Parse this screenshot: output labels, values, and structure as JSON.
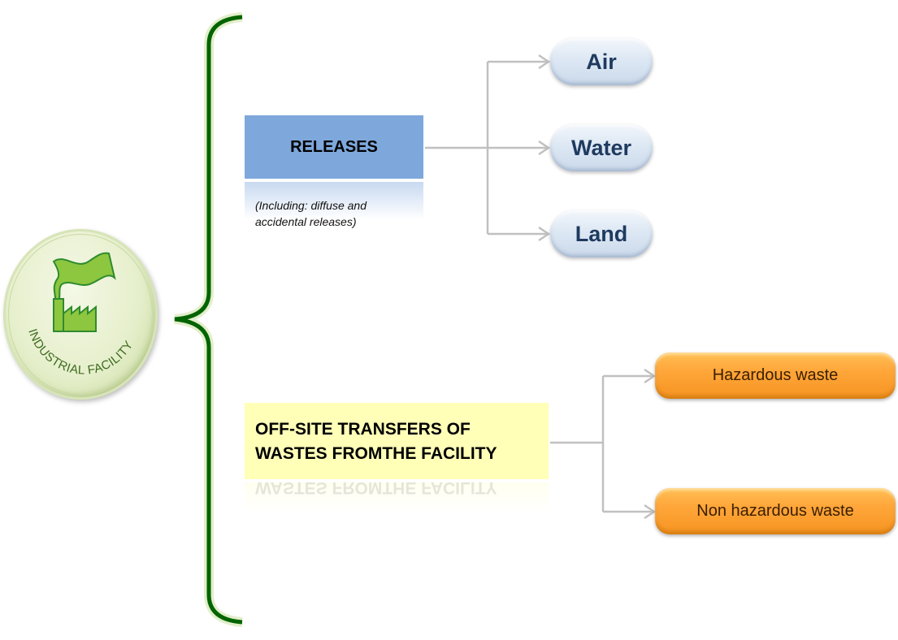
{
  "facility": {
    "label": "INDUSTRIAL FACILITY",
    "icon": "factory-icon",
    "colors": {
      "icon_fill": "#8dc63f",
      "icon_stroke": "#2e8b2e",
      "label": "#3d6b1e",
      "brace": "#006400"
    }
  },
  "releases": {
    "title": "RELEASES",
    "note_line1": "(Including: diffuse and",
    "note_line2": "accidental releases)",
    "color": "#7ea8dc",
    "targets": [
      {
        "label": "Air"
      },
      {
        "label": "Water"
      },
      {
        "label": "Land"
      }
    ]
  },
  "transfers": {
    "title_line1": "OFF-SITE TRANSFERS OF",
    "title_line2": "WASTES FROMTHE FACILITY",
    "color": "#ffffb8",
    "targets": [
      {
        "label": "Hazardous waste"
      },
      {
        "label": "Non hazardous waste"
      }
    ],
    "target_color": "#ffa63a"
  },
  "connector_color": "#c0c0c0"
}
